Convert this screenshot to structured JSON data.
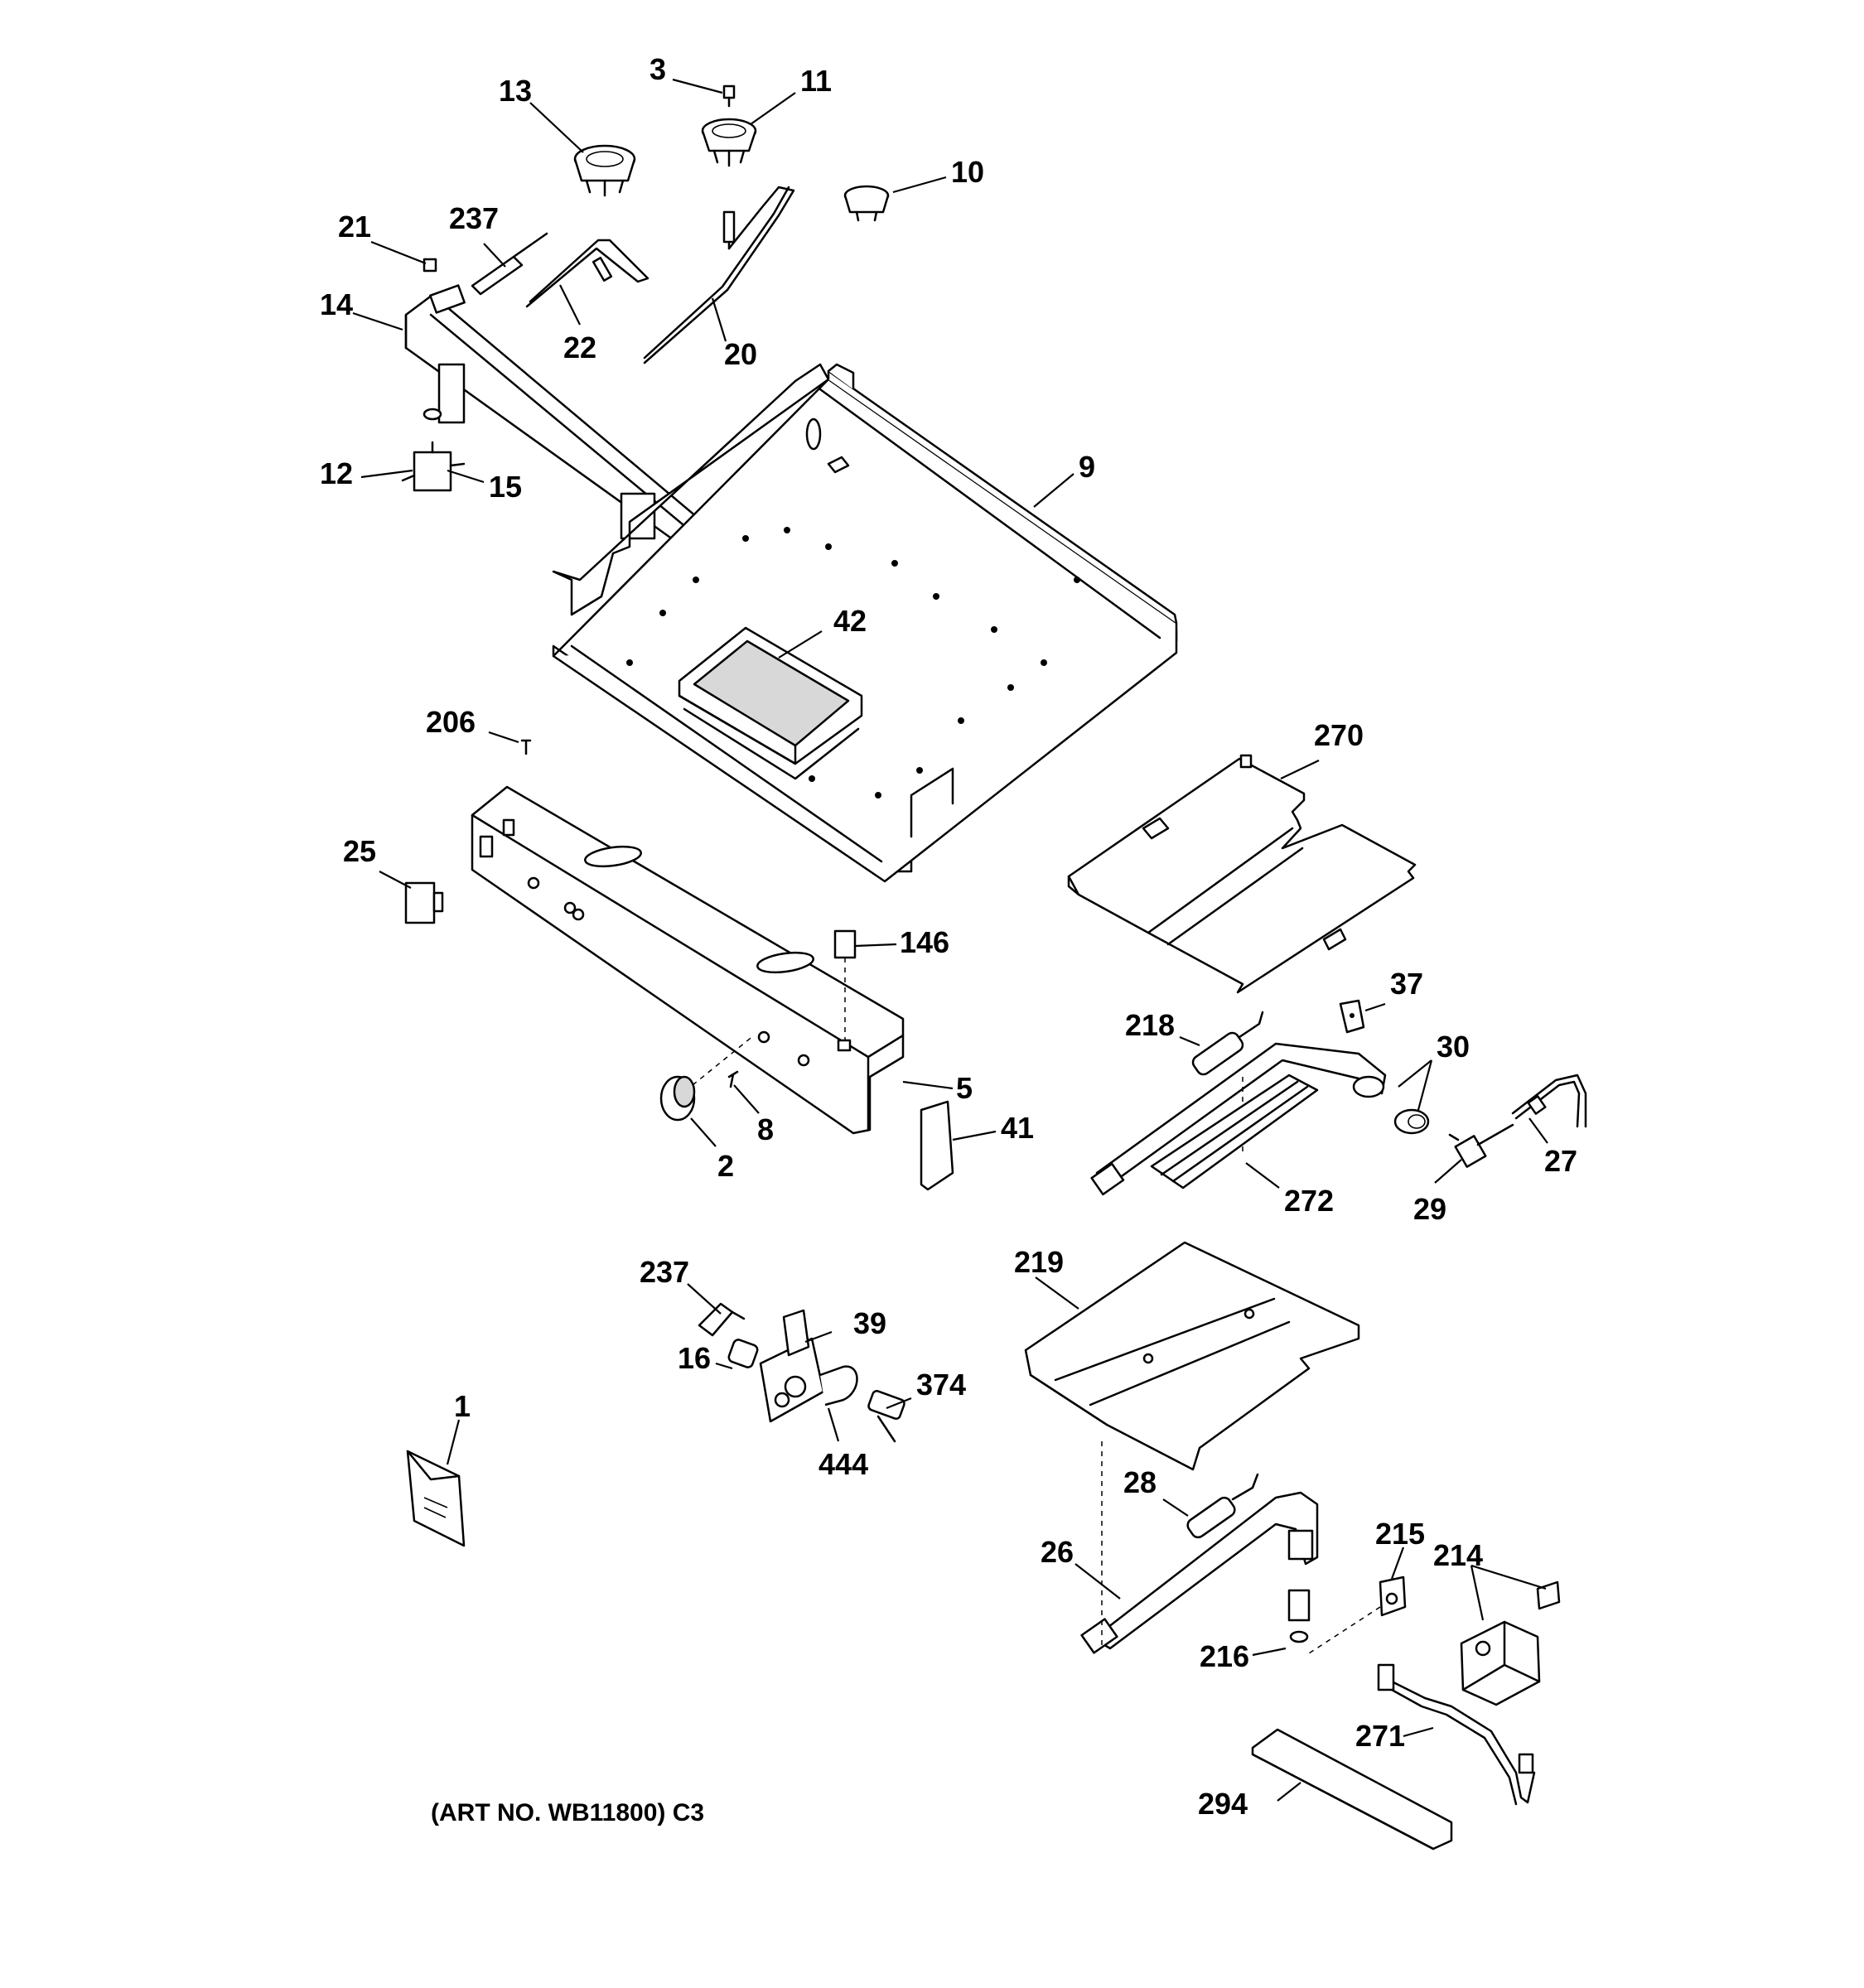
{
  "art_number": "(ART NO. WB11800) C3",
  "labels": {
    "l3": "3",
    "l11": "11",
    "l13": "13",
    "l10": "10",
    "l21": "21",
    "l237a": "237",
    "l14": "14",
    "l22": "22",
    "l20": "20",
    "l12": "12",
    "l15": "15",
    "l9": "9",
    "l42": "42",
    "l206": "206",
    "l25": "25",
    "l146": "146",
    "l5": "5",
    "l8": "8",
    "l2": "2",
    "l41": "41",
    "l270": "270",
    "l37": "37",
    "l218": "218",
    "l30": "30",
    "l27": "27",
    "l29": "29",
    "l272": "272",
    "l237b": "237",
    "l39": "39",
    "l16": "16",
    "l374": "374",
    "l444": "444",
    "l1": "1",
    "l219": "219",
    "l28": "28",
    "l26": "26",
    "l215": "215",
    "l214": "214",
    "l216": "216",
    "l271": "271",
    "l294": "294"
  }
}
